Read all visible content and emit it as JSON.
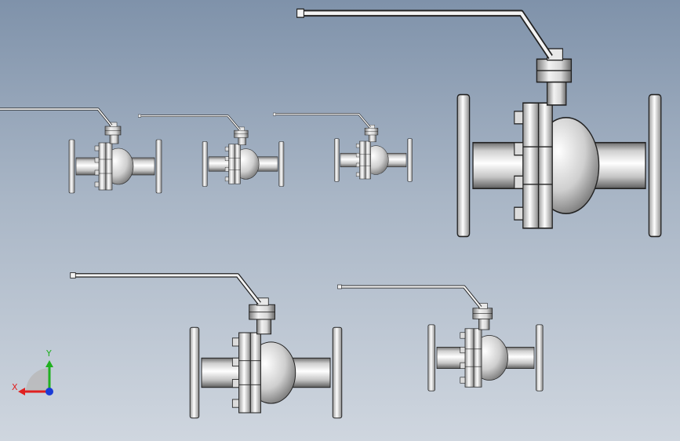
{
  "scene": {
    "background_top": "#7f92aa",
    "background_bottom": "#cfd6df",
    "models": [
      {
        "id": "valve-1"
      },
      {
        "id": "valve-2"
      },
      {
        "id": "valve-3"
      },
      {
        "id": "valve-4"
      },
      {
        "id": "valve-5"
      },
      {
        "id": "valve-6"
      }
    ]
  },
  "triad": {
    "x_label": "X",
    "y_label": "Y",
    "x_color": "#e02020",
    "y_color": "#20b020",
    "z_color": "#1a3bd6"
  }
}
